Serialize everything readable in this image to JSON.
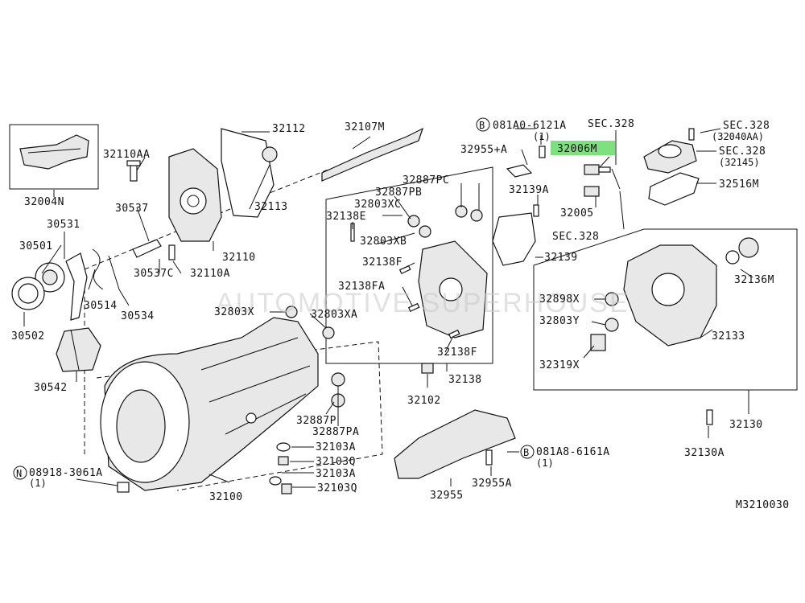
{
  "diagram": {
    "code": "M3210030",
    "watermark": "AUTOMOTIVE SUPERHOUSE",
    "highlight_color": "#7fe07f",
    "labels": {
      "p32004N": "32004N",
      "p32110AA": "32110AA",
      "p32112": "32112",
      "p32107M": "32107M",
      "p081A0": "081A0-6121A",
      "p081A0q": "(1)",
      "sec328a": "SEC.328",
      "sec328b": "SEC.328",
      "sec328b2": "(32040AA)",
      "sec328c": "SEC.328",
      "sec328c2": "(32145)",
      "sec328d": "SEC.328",
      "p32955A_top": "32955+A",
      "p32006M": "32006M",
      "p32139A": "32139A",
      "p32005": "32005",
      "p32516M": "32516M",
      "p32139": "32139",
      "p32887PC": "32887PC",
      "p32887PB": "32887PB",
      "p32803XC": "32803XC",
      "p32138E": "32138E",
      "p32803XB": "32803XB",
      "p32138F_a": "32138F",
      "p32138FA": "32138FA",
      "p32138F_b": "32138F",
      "p32138": "32138",
      "p32102": "32102",
      "p32531": "30531",
      "p30537": "30537",
      "p32113": "32113",
      "p32110": "32110",
      "p30501": "30501",
      "p30537C": "30537C",
      "p32110A": "32110A",
      "p30514": "30514",
      "p30534": "30534",
      "p30502": "30502",
      "p30542": "30542",
      "p32803X": "32803X",
      "p32803XA": "32803XA",
      "p32887P": "32887P",
      "p32887PA": "32887PA",
      "p32103A_a": "32103A",
      "p32103Q_a": "32103Q",
      "p32103A_b": "32103A",
      "p32103Q_b": "32103Q",
      "p32100": "32100",
      "p08918": "08918-3061A",
      "p08918q": "(1)",
      "p32955": "32955",
      "p32955A": "32955A",
      "p081A8": "081A8-6161A",
      "p081A8q": "(1)",
      "p32136M": "32136M",
      "p32898X": "32898X",
      "p32803Y": "32803Y",
      "p32319X": "32319X",
      "p32133": "32133",
      "p32130": "32130",
      "p32130A": "32130A",
      "circB": "B",
      "circN": "N",
      "circB2": "B"
    }
  }
}
